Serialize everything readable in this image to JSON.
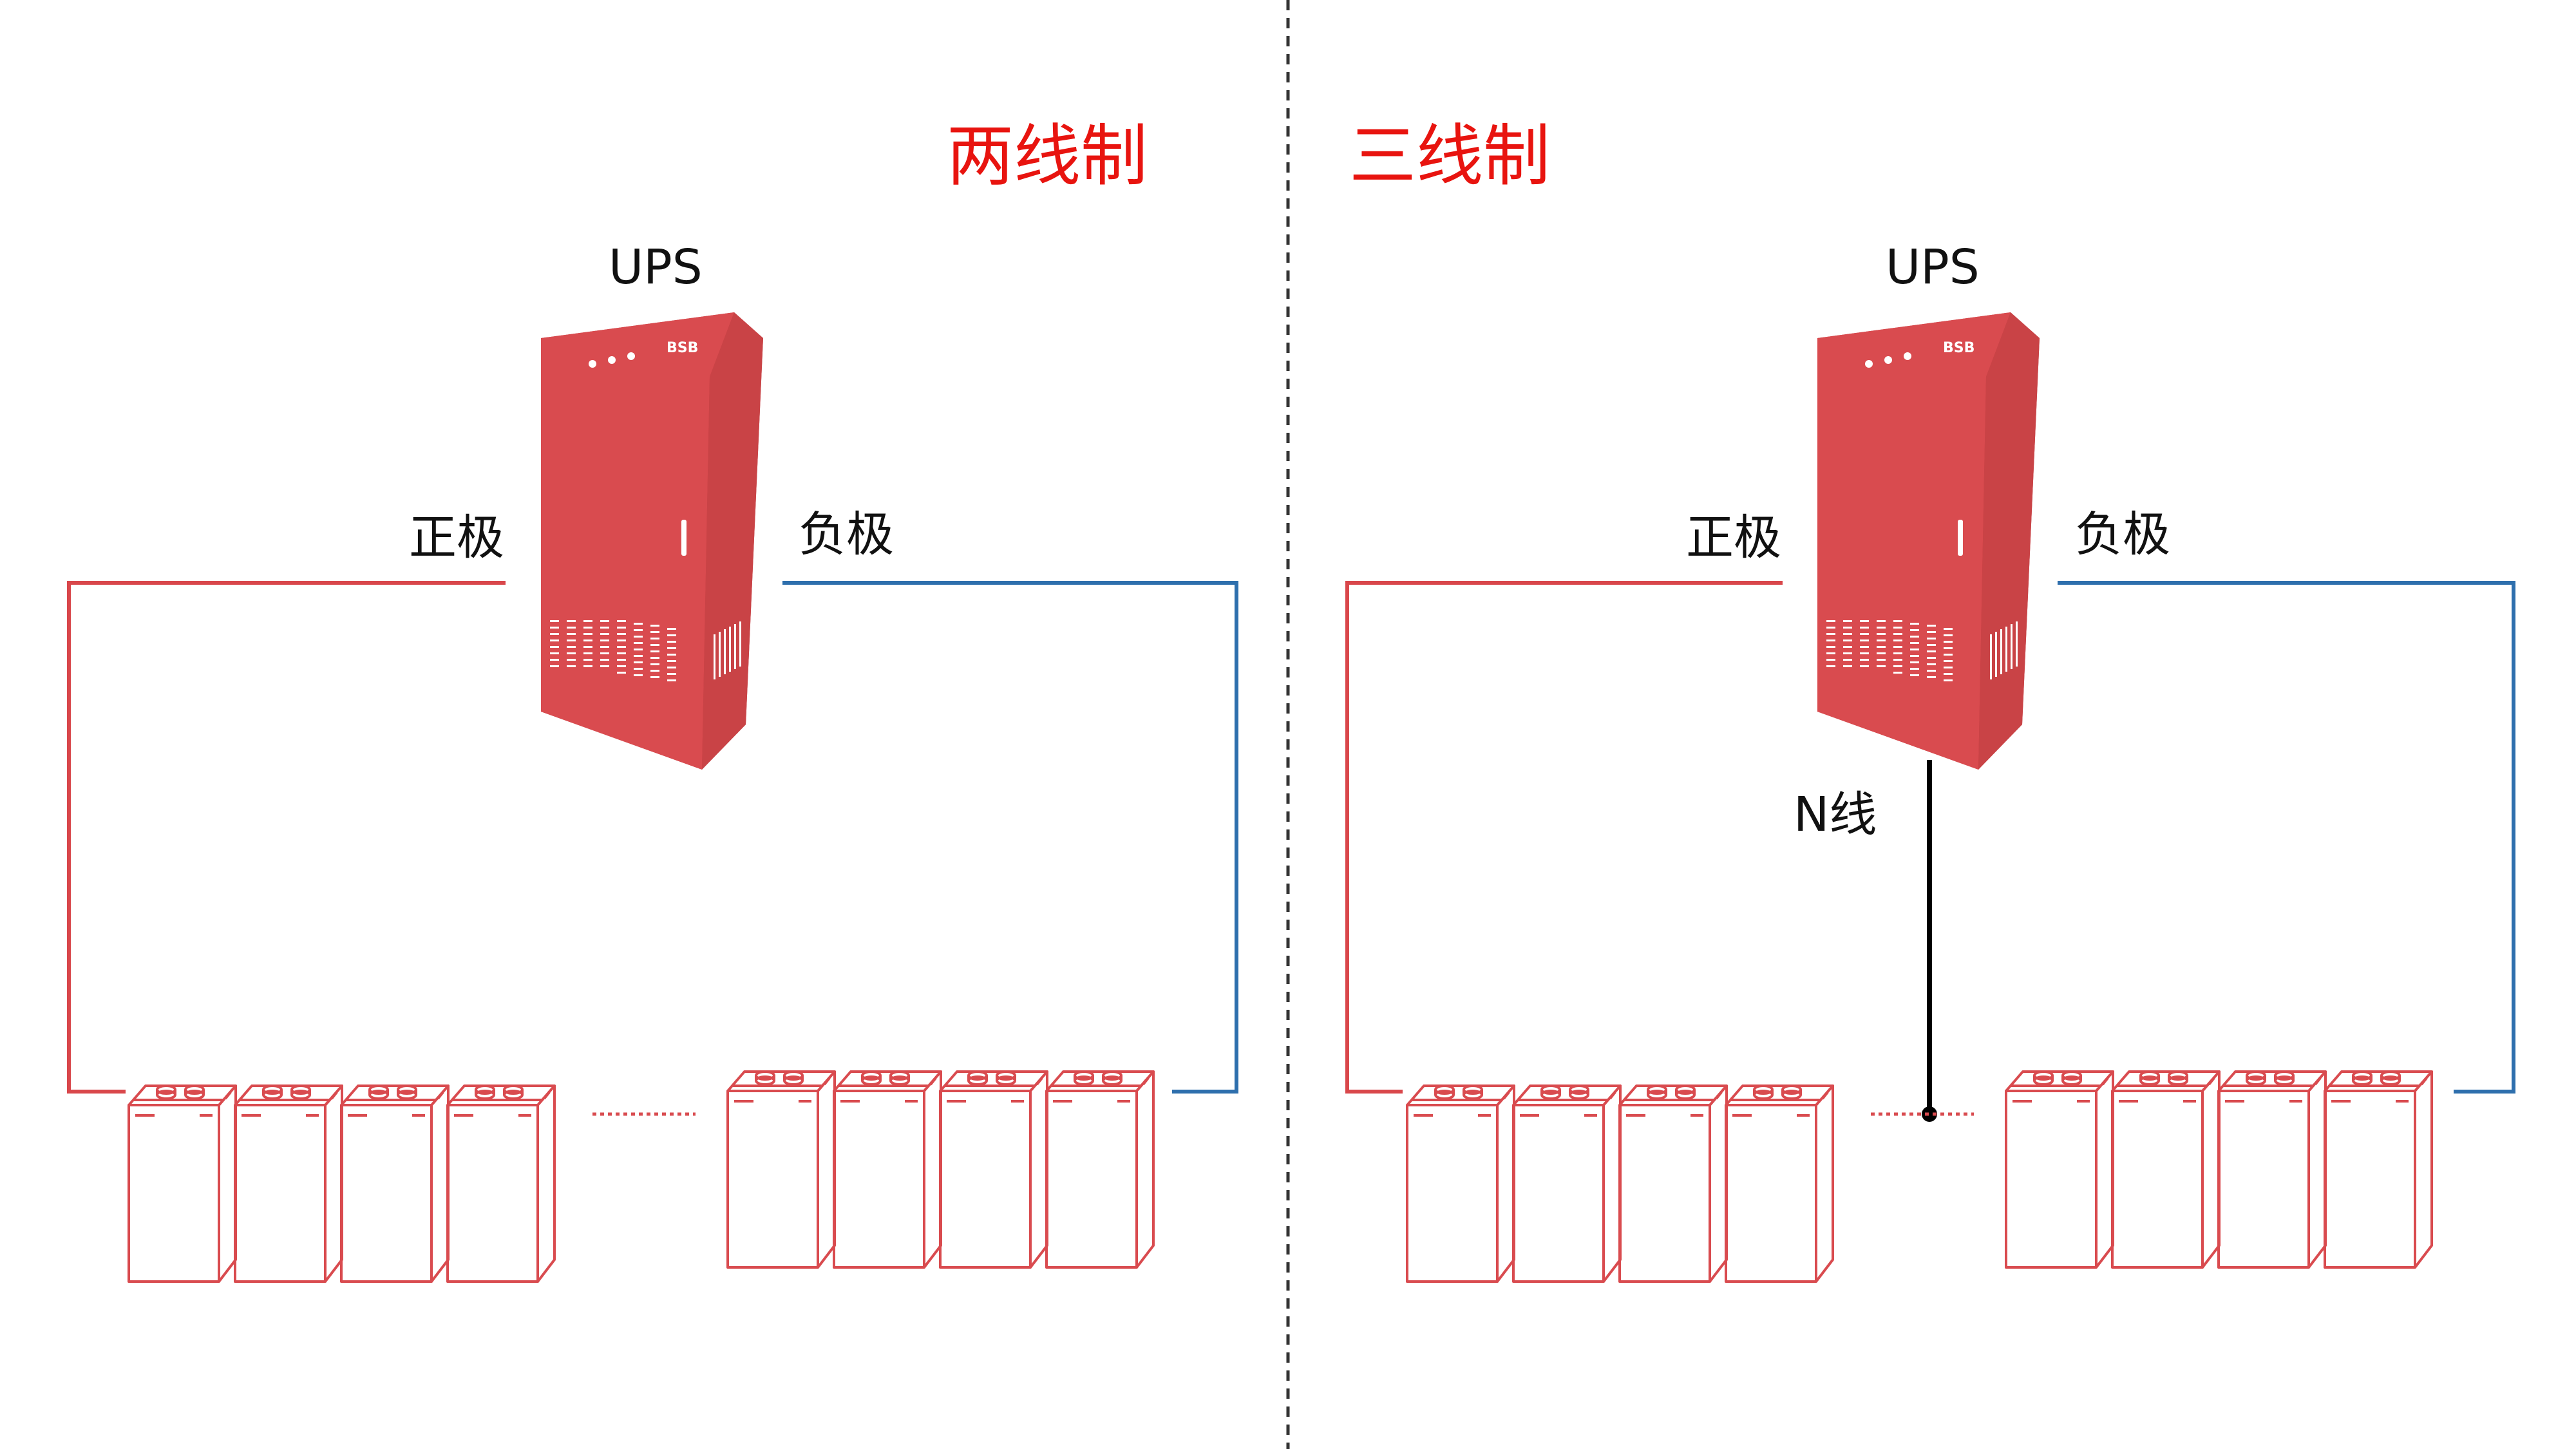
{
  "colors": {
    "positive_wire": "#d9474b",
    "negative_wire": "#2e6fad",
    "neutral_wire": "#000000",
    "ups_body": "#d94b4f",
    "ups_side": "#c53f43",
    "battery_outline": "#d94b4f",
    "title_red": "#e8140f",
    "divider": "#333333"
  },
  "panels": [
    {
      "title": "两线制",
      "ups_label": "UPS",
      "ups_brand": "BSB",
      "positive_label": "正极",
      "negative_label": "负极",
      "has_neutral": false
    },
    {
      "title": "三线制",
      "ups_label": "UPS",
      "ups_brand": "BSB",
      "positive_label": "正极",
      "negative_label": "负极",
      "has_neutral": true,
      "neutral_label": "N线"
    }
  ],
  "battery_groups_per_panel": 2,
  "batteries_per_group": 4
}
